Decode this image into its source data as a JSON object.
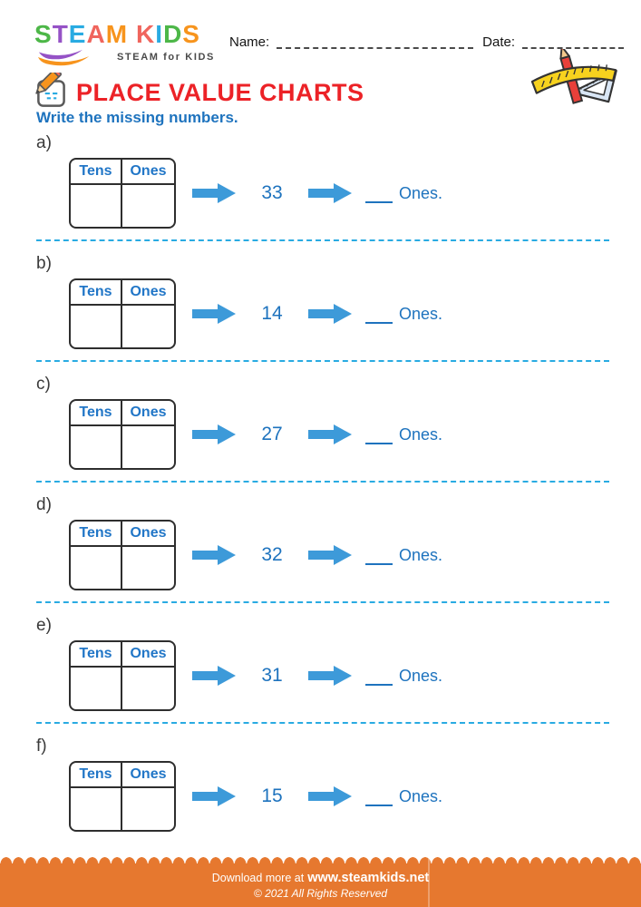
{
  "logo": {
    "word": [
      {
        "ch": "S",
        "color": "#4DB748"
      },
      {
        "ch": "T",
        "color": "#9552C6"
      },
      {
        "ch": "E",
        "color": "#29ABE2"
      },
      {
        "ch": "A",
        "color": "#F0655D"
      },
      {
        "ch": "M",
        "color": "#F7941D"
      },
      {
        "ch": "K",
        "color": "#F0655D"
      },
      {
        "ch": "I",
        "color": "#29ABE2"
      },
      {
        "ch": "D",
        "color": "#4DB748"
      },
      {
        "ch": "S",
        "color": "#F7941D"
      }
    ],
    "subtitle": "STEAM for KIDS"
  },
  "header": {
    "name_label": "Name:",
    "date_label": "Date:"
  },
  "title": {
    "text": "PLACE VALUE CHARTS"
  },
  "instruction": "Write the missing numbers.",
  "table": {
    "col1": "Tens",
    "col2": "Ones"
  },
  "strings": {
    "ones_suffix": "Ones."
  },
  "exercises": [
    {
      "label": "a)",
      "number": "33"
    },
    {
      "label": "b)",
      "number": "14"
    },
    {
      "label": "c)",
      "number": "27"
    },
    {
      "label": "d)",
      "number": "32"
    },
    {
      "label": "e)",
      "number": "31"
    },
    {
      "label": "f)",
      "number": "15"
    }
  ],
  "footer": {
    "line1_prefix": "Download more at",
    "line1_site": "www.steamkids.net",
    "line2": "© 2021 All Rights Reserved"
  },
  "colors": {
    "title_red": "#EC2227",
    "text_blue": "#1E73BE",
    "header_blue": "#2176C7",
    "arrow_blue": "#3D9AD9",
    "separator_blue": "#29ABE2",
    "footer_orange": "#E6782F"
  }
}
